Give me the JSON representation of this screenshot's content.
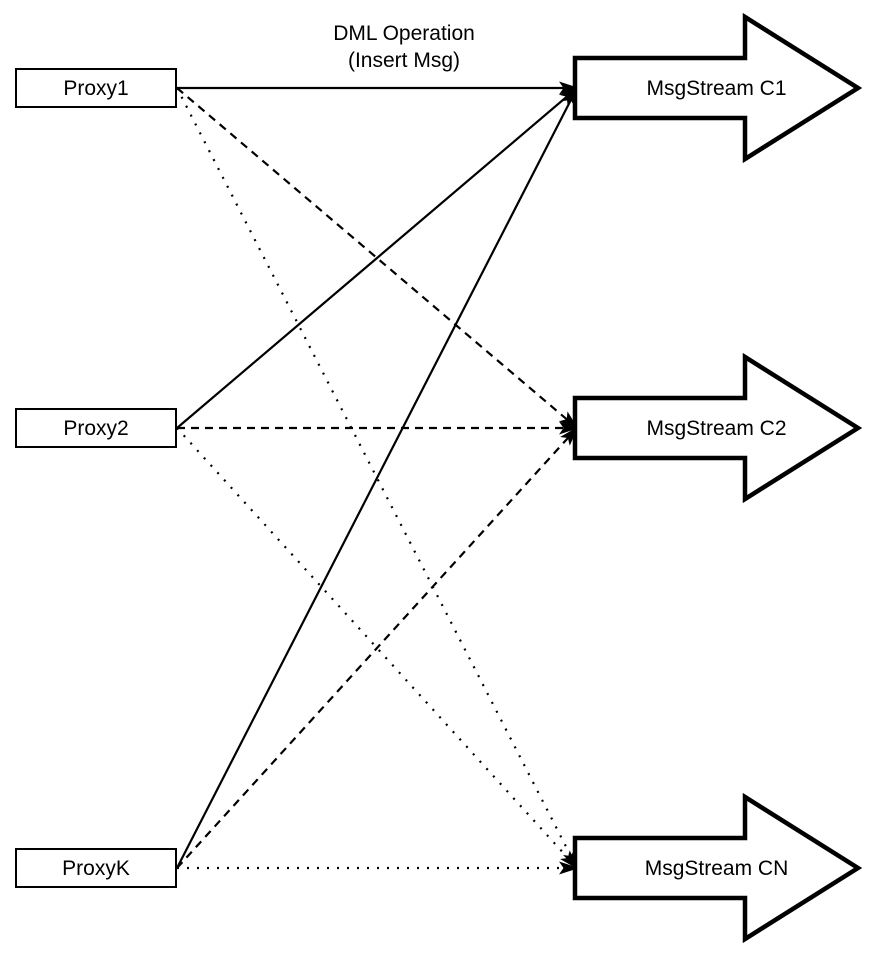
{
  "diagram": {
    "title_line1": "DML Operation",
    "title_line2": "(Insert Msg)",
    "proxies": [
      {
        "label": "Proxy1"
      },
      {
        "label": "Proxy2"
      },
      {
        "label": "ProxyK"
      }
    ],
    "streams": [
      {
        "label": "MsgStream C1"
      },
      {
        "label": "MsgStream C2"
      },
      {
        "label": "MsgStream CN"
      }
    ],
    "edges": [
      {
        "from": "Proxy1",
        "to": "MsgStream C1",
        "style": "solid"
      },
      {
        "from": "Proxy2",
        "to": "MsgStream C1",
        "style": "solid"
      },
      {
        "from": "ProxyK",
        "to": "MsgStream C1",
        "style": "solid"
      },
      {
        "from": "Proxy1",
        "to": "MsgStream C2",
        "style": "dashed"
      },
      {
        "from": "Proxy2",
        "to": "MsgStream C2",
        "style": "dashed"
      },
      {
        "from": "ProxyK",
        "to": "MsgStream C2",
        "style": "dashed"
      },
      {
        "from": "Proxy1",
        "to": "MsgStream CN",
        "style": "dotted"
      },
      {
        "from": "Proxy2",
        "to": "MsgStream CN",
        "style": "dotted"
      },
      {
        "from": "ProxyK",
        "to": "MsgStream CN",
        "style": "dotted"
      }
    ],
    "colors": {
      "stroke": "#000000",
      "fill": "#ffffff",
      "background": "#ffffff"
    }
  }
}
